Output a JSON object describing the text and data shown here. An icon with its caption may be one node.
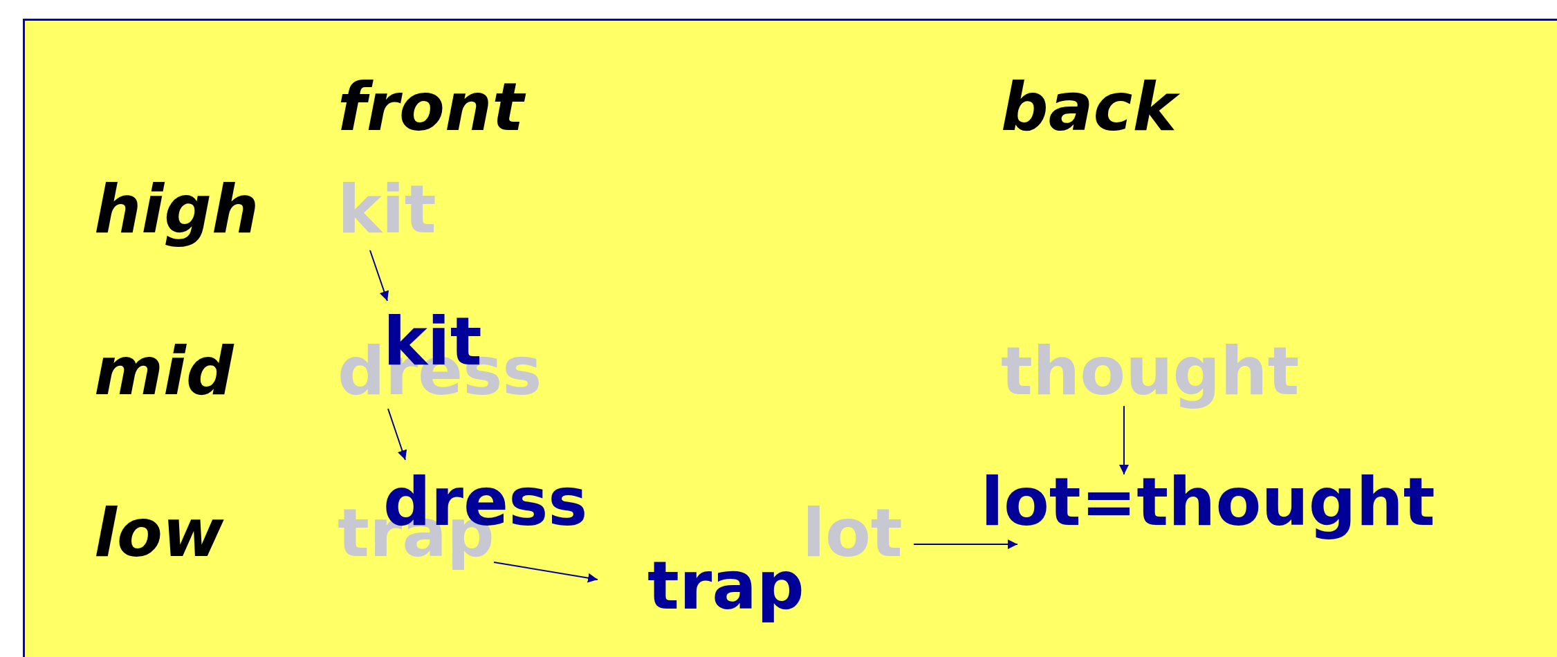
{
  "diagram": {
    "nodes": [
      {
        "text": [
          "kit"
        ]
      },
      {
        "text": [
          "kit"
        ]
      },
      {
        "text": [
          "dress"
        ]
      },
      {
        "text": [
          "thought"
        ]
      },
      {
        "text": [
          "lot=thought"
        ]
      },
      {
        "text": [
          "dress"
        ]
      },
      {
        "text": [
          "trap"
        ]
      },
      {
        "text": [
          "lot"
        ]
      },
      {
        "text": [
          "trap"
        ]
      }
    ],
    "edges": [
      {
        "from": 0,
        "to": 1,
        "arrow": "to"
      },
      {
        "from": 2,
        "to": 5,
        "arrow": "to"
      },
      {
        "from": 3,
        "to": 4,
        "arrow": "to"
      },
      {
        "from": 6,
        "to": 8,
        "arrow": "to"
      },
      {
        "from": 7,
        "to": 4,
        "arrow": "to"
      }
    ],
    "labels": [
      "front",
      "back",
      "high",
      "mid",
      "low"
    ]
  }
}
